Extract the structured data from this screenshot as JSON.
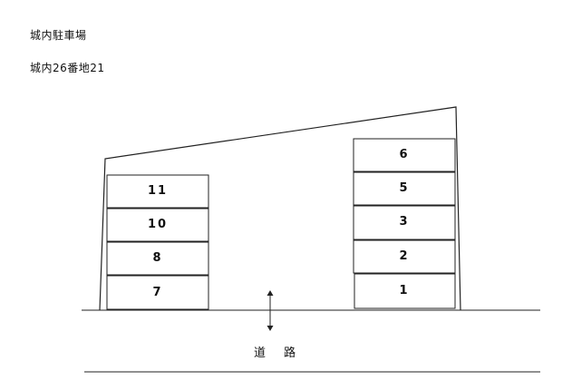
{
  "header": {
    "title": "城内駐車場",
    "address": "城内26番地21"
  },
  "lot": {
    "left_column": [
      "11",
      "10",
      "8",
      "7"
    ],
    "right_column": [
      "6",
      "5",
      "3",
      "2",
      "1"
    ]
  },
  "road": {
    "label": "道 路"
  },
  "colors": {
    "line": "#222222",
    "background": "#ffffff"
  }
}
